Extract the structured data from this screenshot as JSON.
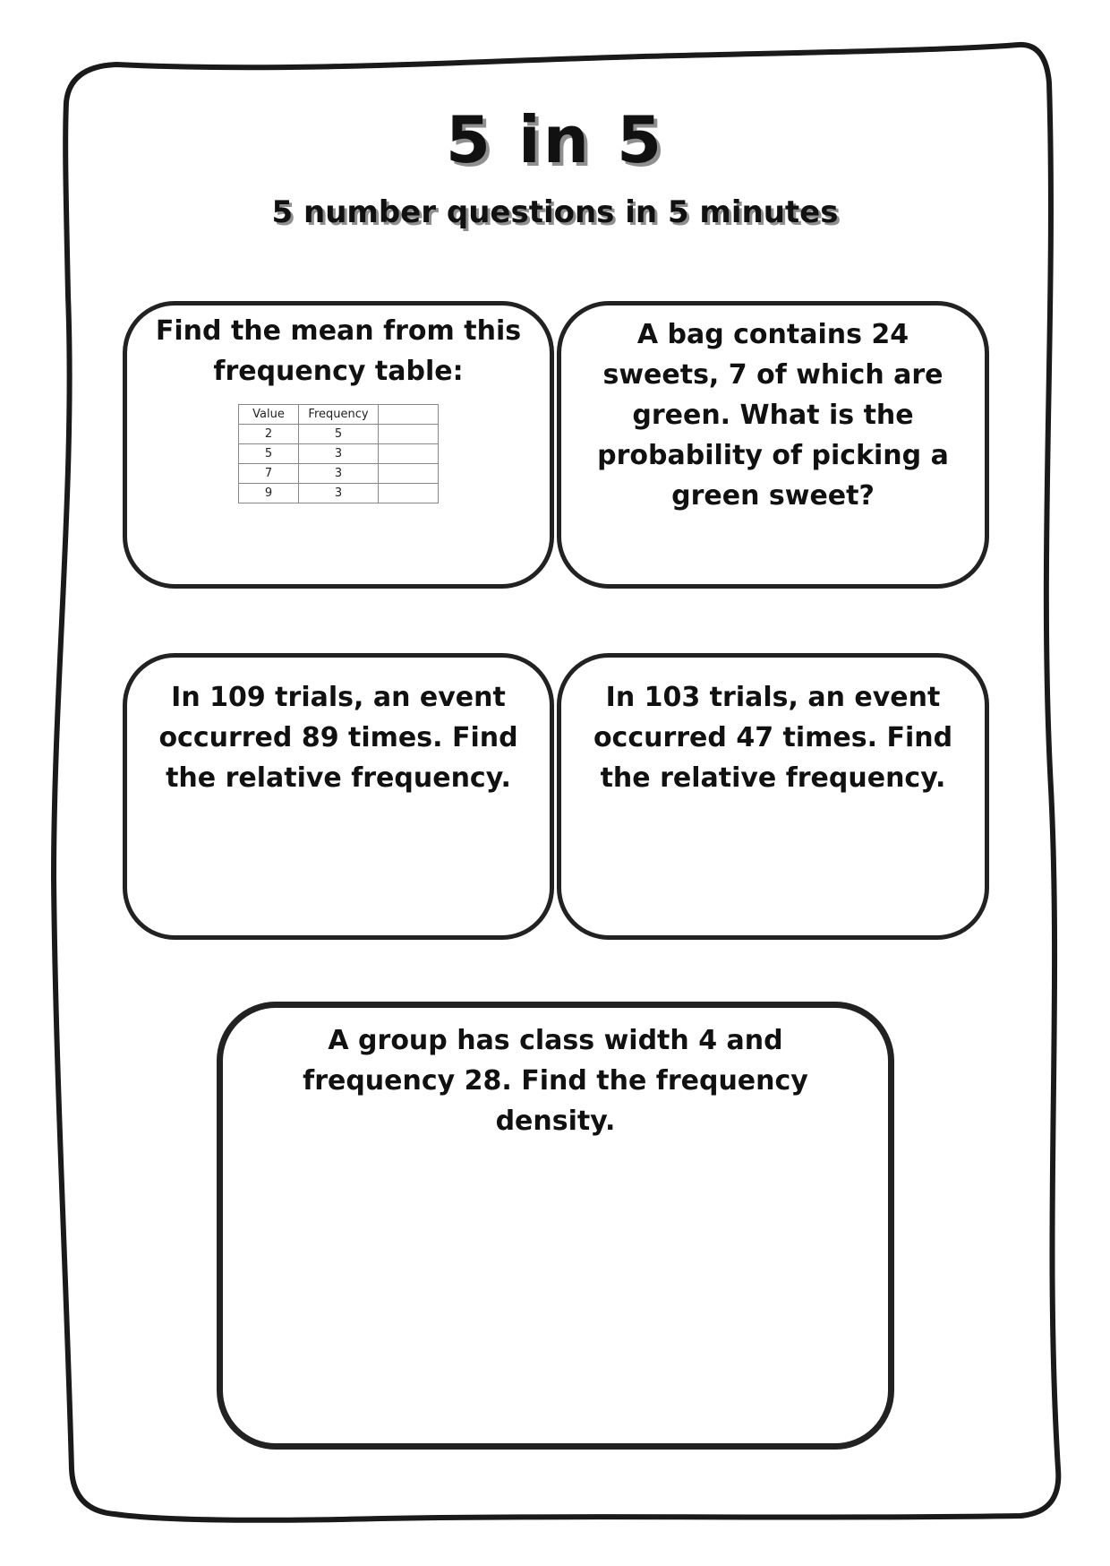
{
  "header": {
    "title": "5 in 5",
    "subtitle": "5 number questions in 5 minutes"
  },
  "questions": [
    {
      "text": "Find the mean from this frequency table:",
      "table": {
        "headers": [
          "Value",
          "Frequency",
          ""
        ],
        "rows": [
          [
            "2",
            "5",
            ""
          ],
          [
            "5",
            "3",
            ""
          ],
          [
            "7",
            "3",
            ""
          ],
          [
            "9",
            "3",
            ""
          ]
        ]
      }
    },
    {
      "text": "A bag contains 24 sweets, 7 of which are green. What is the probability of picking a green sweet?"
    },
    {
      "text": "In 109 trials, an event occurred 89 times. Find the relative frequency."
    },
    {
      "text": "In 103 trials, an event occurred 47 times. Find the relative frequency."
    },
    {
      "text": "A group has class width 4 and frequency 28. Find the frequency density."
    }
  ]
}
